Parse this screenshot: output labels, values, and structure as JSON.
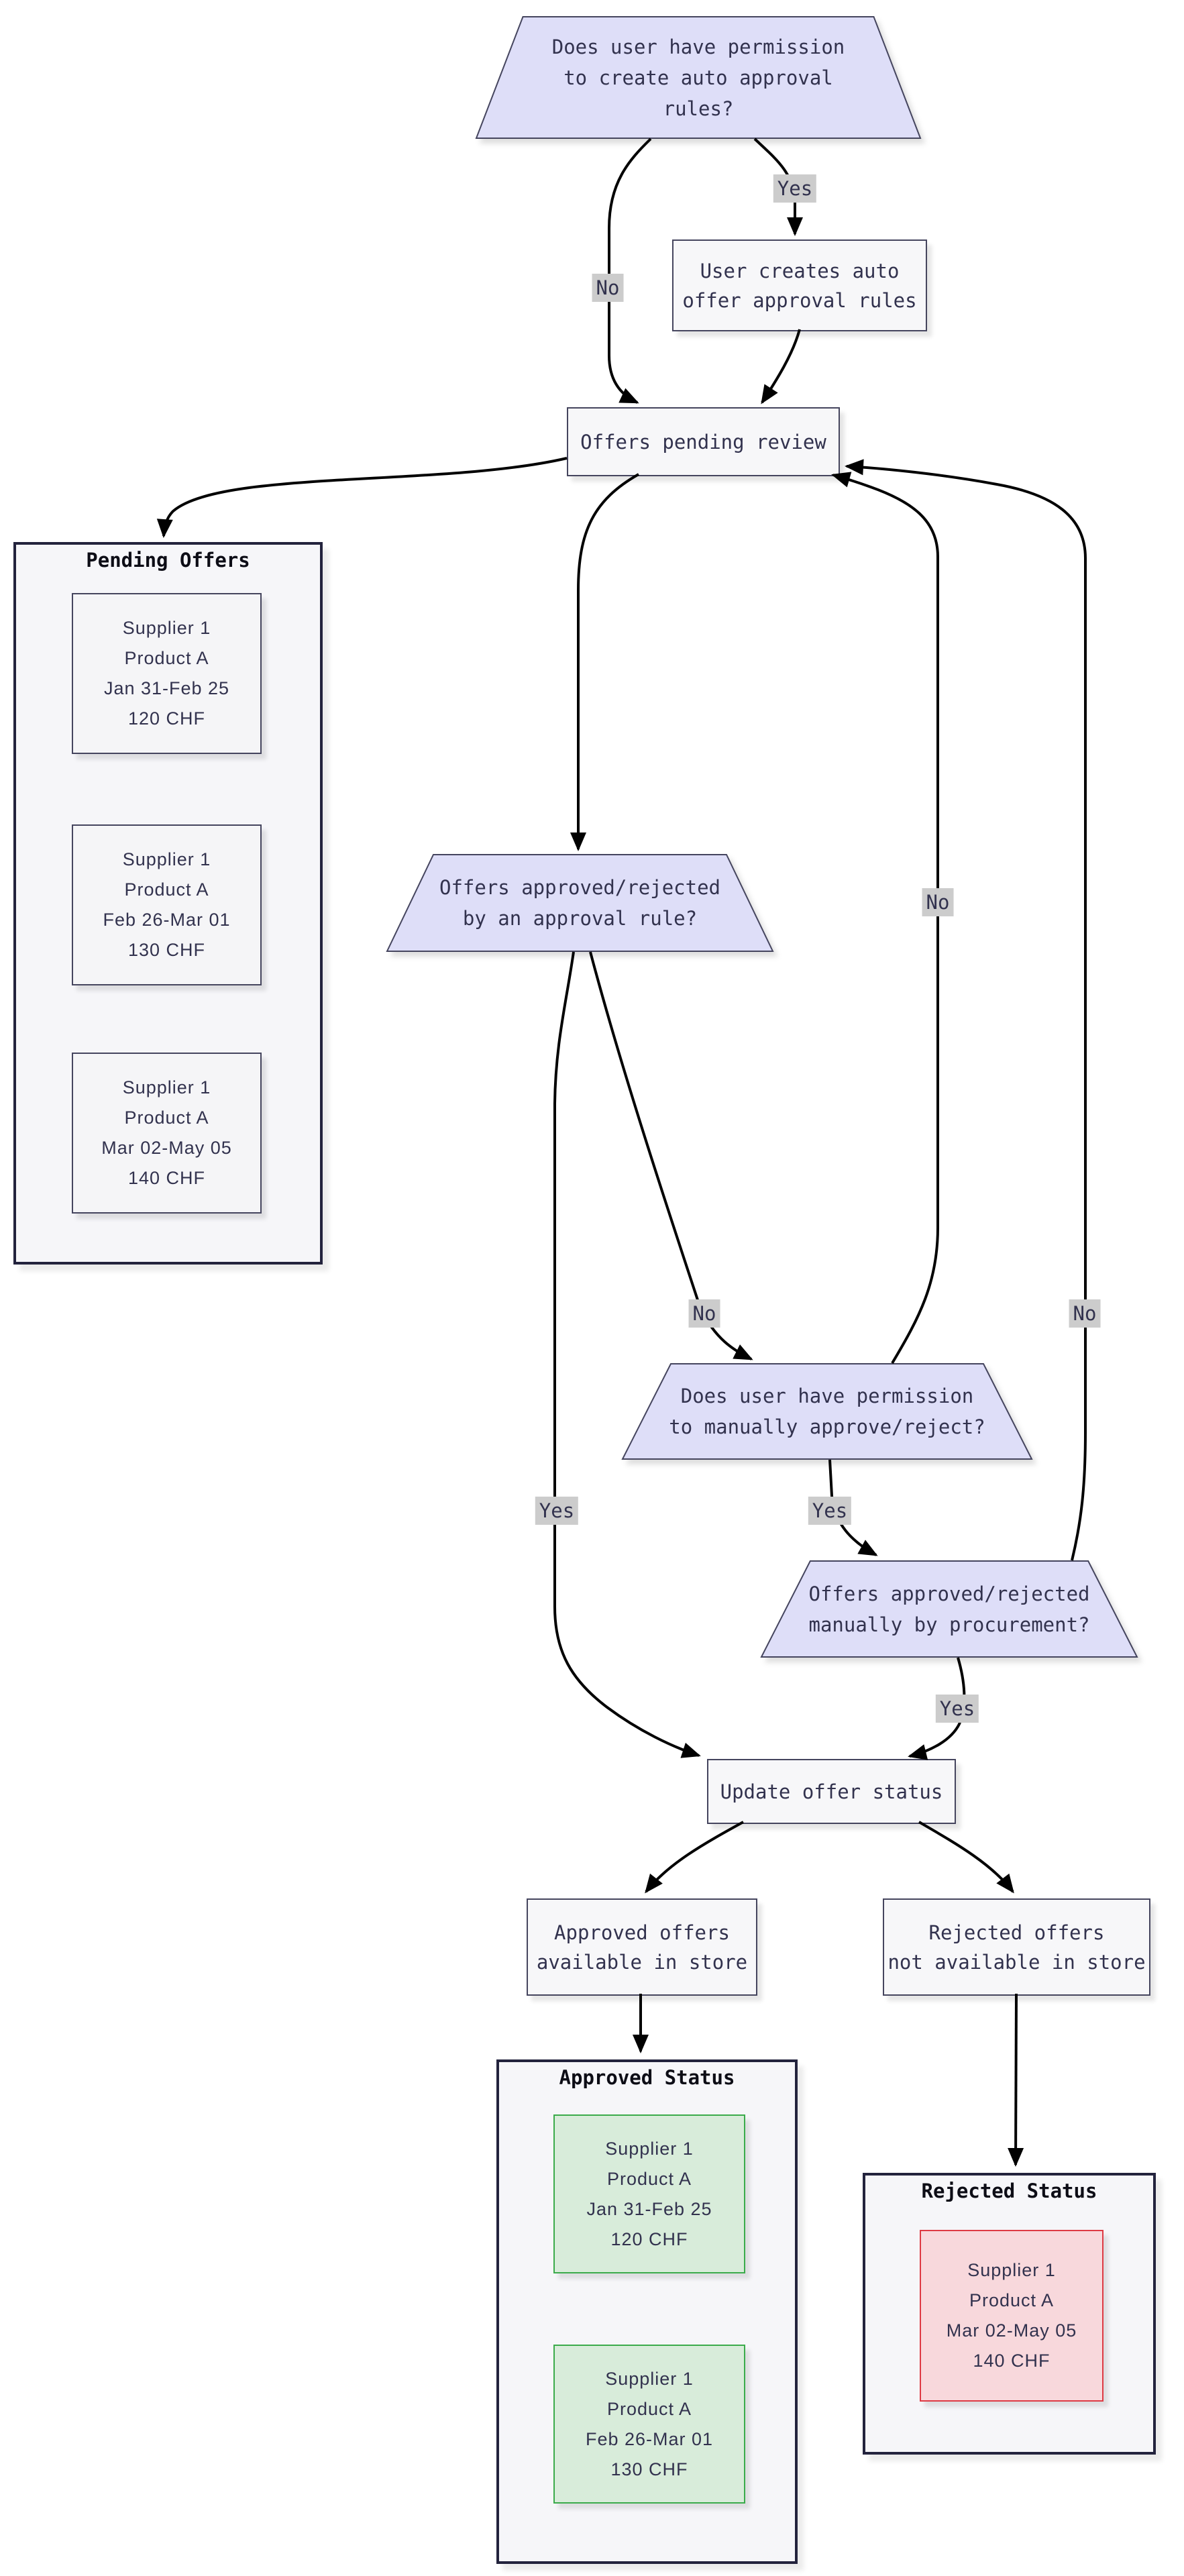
{
  "nodes": {
    "perm_auto_rules": {
      "type": "decision",
      "lines": [
        "Does user have permission",
        "to create auto approval",
        "rules?"
      ]
    },
    "create_auto_rules": {
      "type": "process",
      "lines": [
        "User creates auto",
        "offer approval rules"
      ]
    },
    "offers_pending_review": {
      "type": "process",
      "lines": [
        "Offers pending review"
      ]
    },
    "rule_decision": {
      "type": "decision",
      "lines": [
        "Offers approved/rejected",
        "by an approval rule?"
      ]
    },
    "manual_perm_decision": {
      "type": "decision",
      "lines": [
        "Does user have permission",
        "to manually approve/reject?"
      ]
    },
    "manual_decision": {
      "type": "decision",
      "lines": [
        "Offers approved/rejected",
        "manually by procurement?"
      ]
    },
    "update_offer_status": {
      "type": "process",
      "lines": [
        "Update offer status"
      ]
    },
    "approved_store": {
      "type": "process",
      "lines": [
        "Approved offers",
        "available in store"
      ]
    },
    "rejected_store": {
      "type": "process",
      "lines": [
        "Rejected offers",
        "not available in store"
      ]
    }
  },
  "edge_labels": {
    "auto_yes": "Yes",
    "auto_no": "No",
    "rule_yes": "Yes",
    "rule_no": "No",
    "manual_perm_yes": "Yes",
    "manual_perm_no": "No",
    "manual_yes": "Yes",
    "manual_no": "No"
  },
  "subgraphs": {
    "pending": {
      "title": "Pending Offers",
      "cards": [
        {
          "lines": [
            "Supplier 1",
            "Product A",
            "Jan 31-Feb 25",
            "120 CHF"
          ]
        },
        {
          "lines": [
            "Supplier 1",
            "Product A",
            "Feb 26-Mar 01",
            "130 CHF"
          ]
        },
        {
          "lines": [
            "Supplier 1",
            "Product A",
            "Mar 02-May 05",
            "140 CHF"
          ]
        }
      ]
    },
    "approved": {
      "title": "Approved Status",
      "cards": [
        {
          "lines": [
            "Supplier 1",
            "Product A",
            "Jan 31-Feb 25",
            "120 CHF"
          ]
        },
        {
          "lines": [
            "Supplier 1",
            "Product A",
            "Feb 26-Mar 01",
            "130 CHF"
          ]
        }
      ]
    },
    "rejected": {
      "title": "Rejected Status",
      "cards": [
        {
          "lines": [
            "Supplier 1",
            "Product A",
            "Mar 02-May 05",
            "140 CHF"
          ]
        }
      ]
    }
  },
  "colors": {
    "decision_fill": "#dedef8",
    "decision_border": "#45455e",
    "process_fill": "#f7f7f9",
    "process_border": "#45455e",
    "subgraph_fill": "#f6f6f9",
    "subgraph_border": "#23233d",
    "pending_card_fill": "#f5f5f7",
    "pending_card_border": "#45455e",
    "approved_card_fill": "#d8ecda",
    "approved_card_border": "#3bab4b",
    "rejected_card_fill": "#f8d8dc",
    "rejected_card_border": "#de3a44",
    "edge_color": "#010101",
    "label_bg": "#cccccc",
    "text_color": "#32324e",
    "title_color": "#0d0d16"
  }
}
